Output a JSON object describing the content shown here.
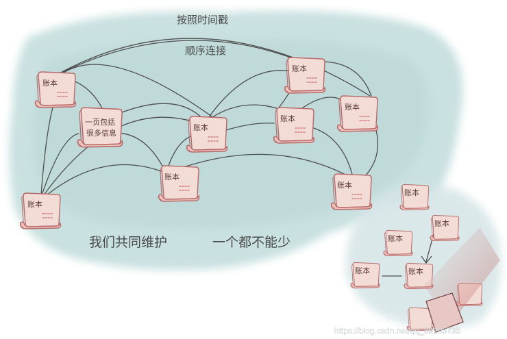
{
  "header": {
    "line1": "按照时间戳",
    "line2": "顺序连接"
  },
  "ledger_label": "账本",
  "info_page_lines": [
    "一页包括",
    "很多信息"
  ],
  "slogan": {
    "left": "我们共同维护",
    "right": "一个都不能少"
  },
  "watermark": "https://blog.csdn.net/qq_39295735",
  "colors": {
    "wash": "#c9e1e0",
    "wash_dark": "#b8d6d4",
    "scroll_fill": "#f4dcd6",
    "scroll_edge": "#b86a6a",
    "ink": "#4d4d4d"
  }
}
